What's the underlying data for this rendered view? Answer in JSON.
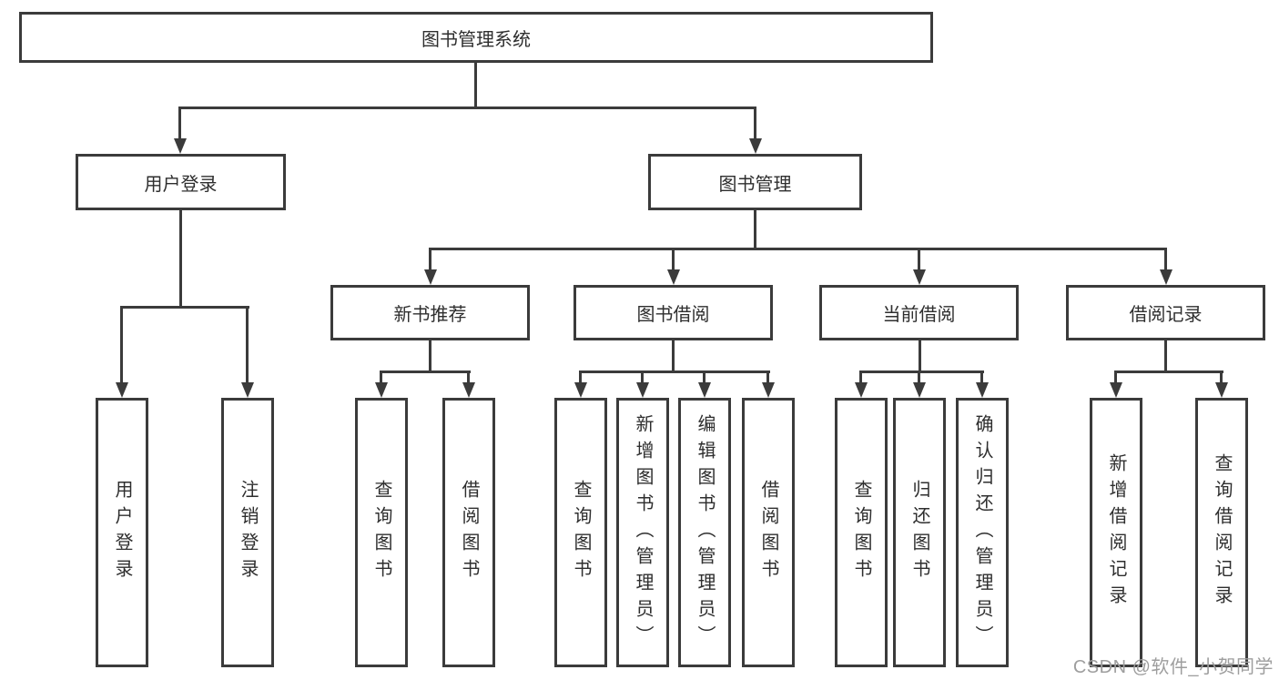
{
  "diagram_title": "图书管理系统",
  "tree": {
    "root": {
      "label": "图书管理系统"
    },
    "level2": [
      {
        "label": "用户登录"
      },
      {
        "label": "图书管理"
      }
    ],
    "level3": [
      {
        "label": "新书推荐"
      },
      {
        "label": "图书借阅"
      },
      {
        "label": "当前借阅"
      },
      {
        "label": "借阅记录"
      }
    ],
    "leaves": {
      "user_login": [
        {
          "label": "用户登录"
        },
        {
          "label": "注销登录"
        }
      ],
      "new_books": [
        {
          "label": "查询图书"
        },
        {
          "label": "借阅图书"
        }
      ],
      "book_borrow": [
        {
          "label": "查询图书"
        },
        {
          "label": "新增图书（管理员）"
        },
        {
          "label": "编辑图书（管理员）"
        },
        {
          "label": "借阅图书"
        }
      ],
      "current_borrow": [
        {
          "label": "查询图书"
        },
        {
          "label": "归还图书"
        },
        {
          "label": "确认归还（管理员）"
        }
      ],
      "borrow_records": [
        {
          "label": "新增借阅记录"
        },
        {
          "label": "查询借阅记录"
        }
      ]
    }
  },
  "watermark": "CSDN @软件_小贺同学",
  "colors": {
    "line": "#3b3b3b",
    "box_border": "#3b3b3b",
    "text": "#2e2e2e",
    "background": "#ffffff",
    "watermark": "#9e9e9e"
  }
}
